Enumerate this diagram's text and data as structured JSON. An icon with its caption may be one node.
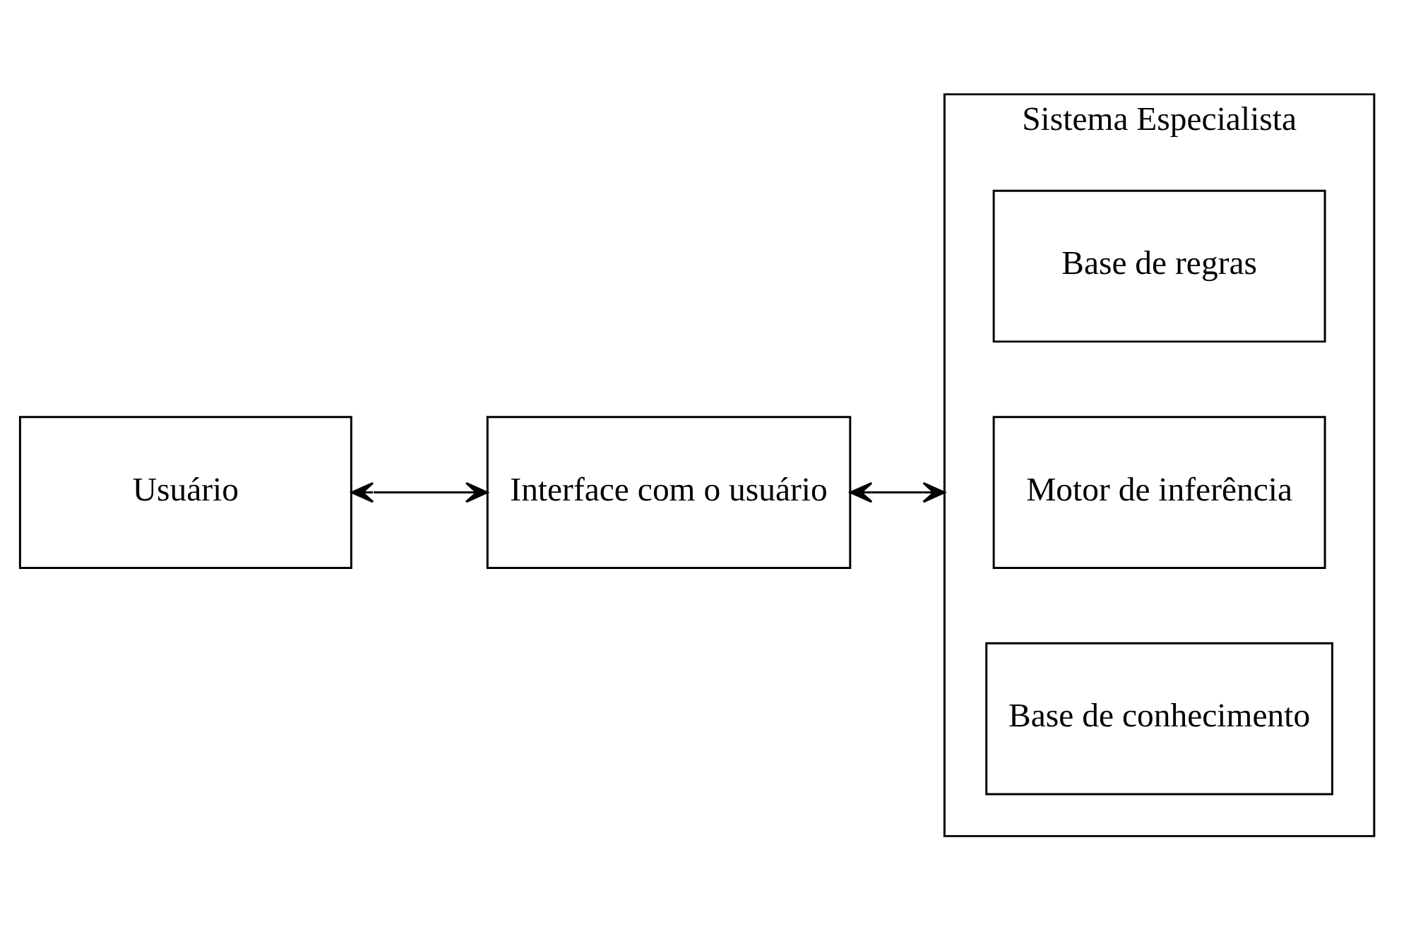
{
  "diagram": {
    "nodes": [
      {
        "text": [
          "Usuário"
        ]
      },
      {
        "text": [
          "Interface com o usuário"
        ]
      },
      {
        "text": [
          "Sistema Especialista"
        ]
      },
      {
        "text": [
          "Base de regras"
        ],
        "in": 2
      },
      {
        "text": [
          "Motor de inferência"
        ],
        "in": 2
      },
      {
        "text": [
          "Base de conhecimento"
        ],
        "in": 2
      }
    ],
    "edges": [
      {
        "from": 0,
        "to": 1,
        "arrow": "both"
      },
      {
        "from": 1,
        "to": 2,
        "arrow": "both"
      }
    ]
  }
}
